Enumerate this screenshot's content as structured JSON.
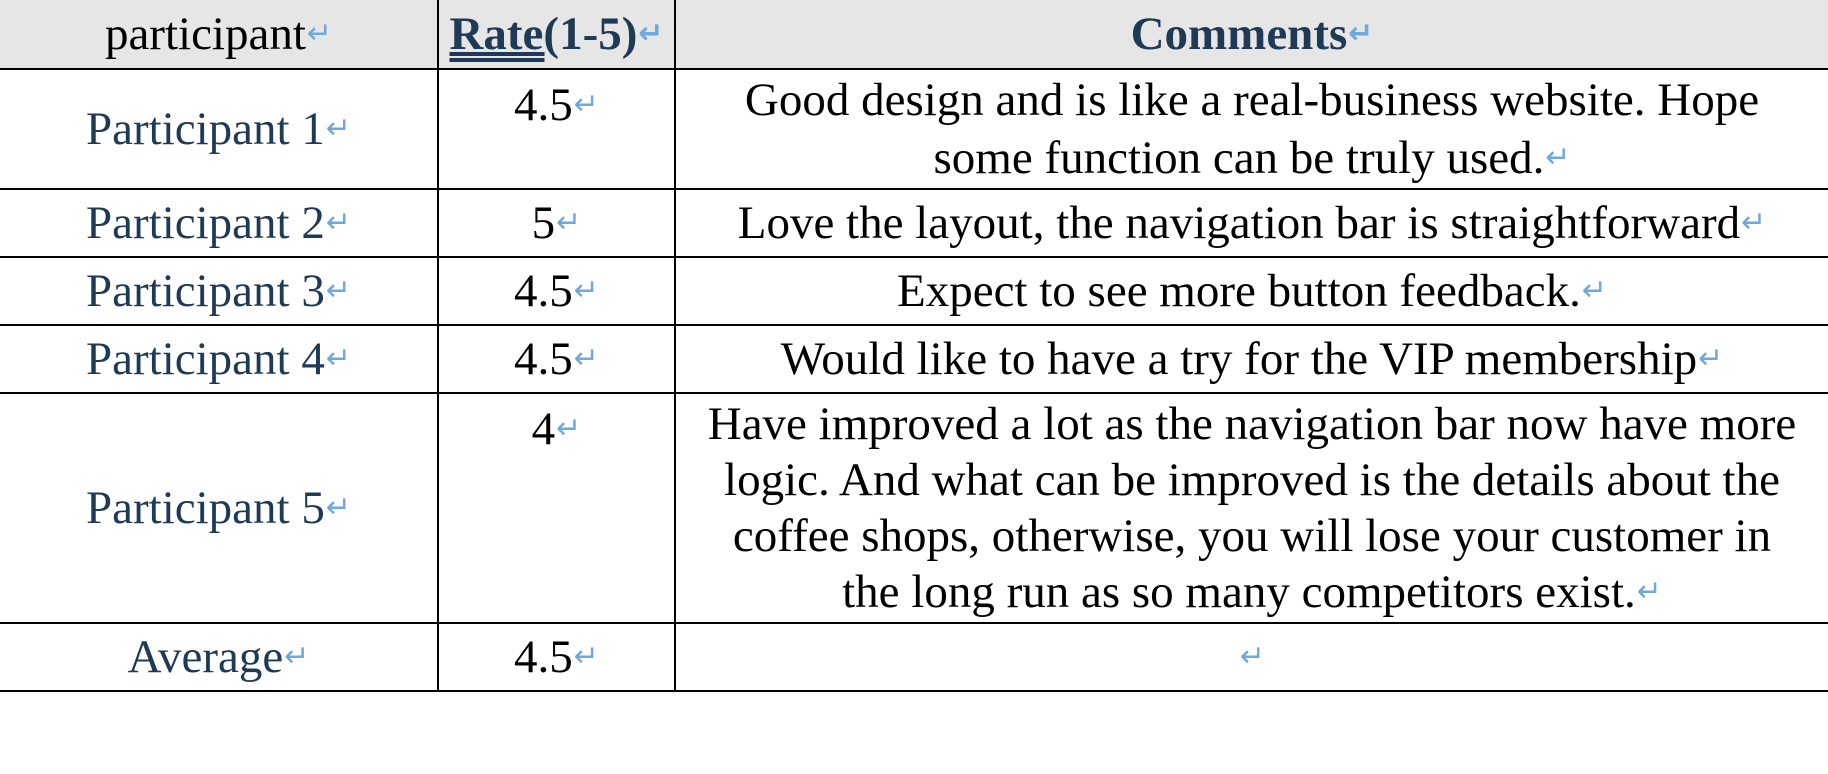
{
  "table": {
    "headers": {
      "participant": "participant",
      "rate_underlined": "Rate(",
      "rate_rest": "1-5)",
      "comments": "Comments"
    },
    "return_mark": "↵",
    "rows": [
      {
        "participant": "Participant 1",
        "rate": "4.5",
        "comment": "Good design and is like a real-business website. Hope some function can be truly used."
      },
      {
        "participant": "Participant 2",
        "rate": "5",
        "comment": "Love the layout, the navigation bar is straightforward"
      },
      {
        "participant": "Participant 3",
        "rate": "4.5",
        "comment": "Expect to see more button feedback."
      },
      {
        "participant": "Participant 4",
        "rate": "4.5",
        "comment": "Would like to have a try for the VIP membership"
      },
      {
        "participant": "Participant 5",
        "rate": "4",
        "comment": "Have improved a lot as the navigation bar now have more logic. And what can be improved is the details about the coffee shops, otherwise, you will lose your customer in the long run as so many competitors exist."
      },
      {
        "participant": "Average",
        "rate": "4.5",
        "comment": ""
      }
    ]
  }
}
